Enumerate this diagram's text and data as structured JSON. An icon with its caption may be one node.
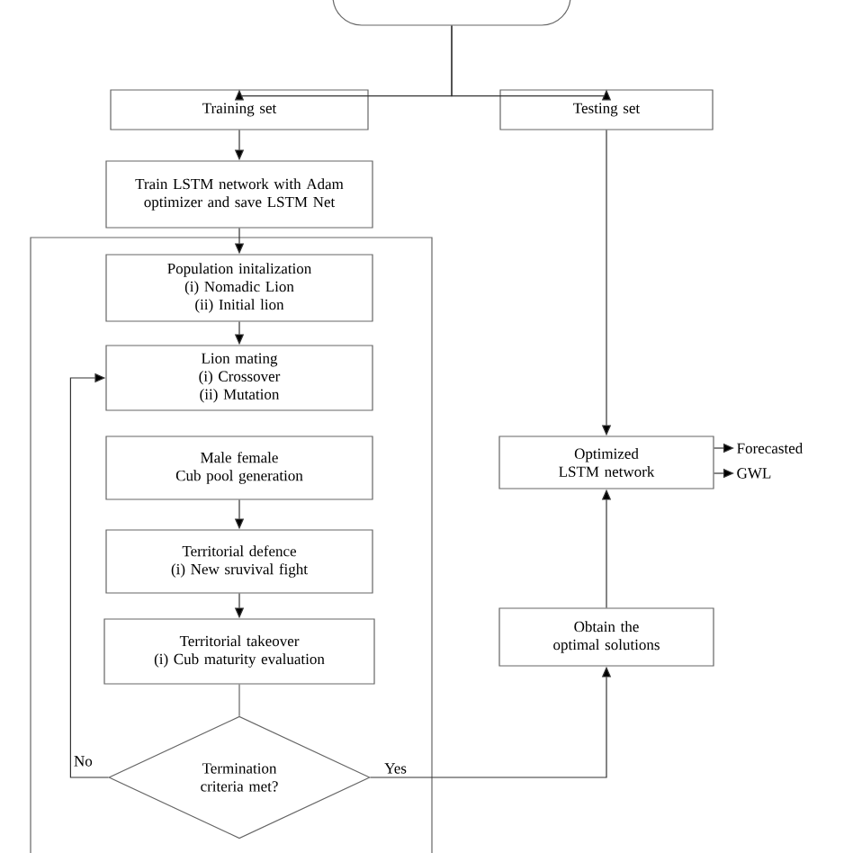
{
  "diagram": {
    "nodes": [
      {
        "text": [],
        "shape": "oval"
      },
      {
        "text": [
          "Training set"
        ]
      },
      {
        "text": [
          "Testing set"
        ]
      },
      {
        "text": [
          "Train LSTM network with Adam optimizer and save LSTM Net"
        ]
      },
      {
        "text": [],
        "shape": "box"
      },
      {
        "text": [
          "Population initalization",
          "(i) Nomadic Lion",
          "(ii) Initial lion"
        ],
        "in": 4
      },
      {
        "text": [
          "Lion mating",
          "(i) Crossover",
          "(ii) Mutation"
        ],
        "in": 4
      },
      {
        "text": [
          "Male female",
          "Cub pool generation"
        ],
        "in": 4
      },
      {
        "text": [
          "Territorial defence",
          "(i) New sruvival fight"
        ],
        "in": 4
      },
      {
        "text": [
          "Territorial takeover",
          "(i) Cub maturity evaluation"
        ],
        "in": 4
      },
      {
        "text": [
          "Termination criteria met?"
        ],
        "in": 4
      },
      {
        "text": [
          "Optimized LSTM network"
        ]
      },
      {
        "text": [
          "Obtain the optimal solutions"
        ]
      },
      {
        "text": [
          "Forecasted"
        ]
      },
      {
        "text": [
          "GWL"
        ]
      }
    ],
    "edges": [
      {
        "from": 0,
        "to": 1,
        "arrow": "to"
      },
      {
        "from": 0,
        "to": 2,
        "arrow": "to"
      },
      {
        "from": 1,
        "to": 3,
        "arrow": "to"
      },
      {
        "from": 3,
        "to": 5,
        "arrow": "to"
      },
      {
        "from": 5,
        "to": 6,
        "arrow": "to"
      },
      {
        "from": 7,
        "to": 8,
        "arrow": "to"
      },
      {
        "from": 8,
        "to": 9,
        "arrow": "to"
      },
      {
        "from": 9,
        "to": 10,
        "arrow": "none"
      },
      {
        "from": 10,
        "to": 6,
        "arrow": "to",
        "label": "No"
      },
      {
        "from": 10,
        "to": 12,
        "arrow": "to",
        "label": "Yes"
      },
      {
        "from": 12,
        "to": 11,
        "arrow": "to"
      },
      {
        "from": 2,
        "to": 11,
        "arrow": "to"
      },
      {
        "from": 11,
        "to": 13,
        "arrow": "to"
      },
      {
        "from": 11,
        "to": 14,
        "arrow": "to"
      }
    ]
  }
}
